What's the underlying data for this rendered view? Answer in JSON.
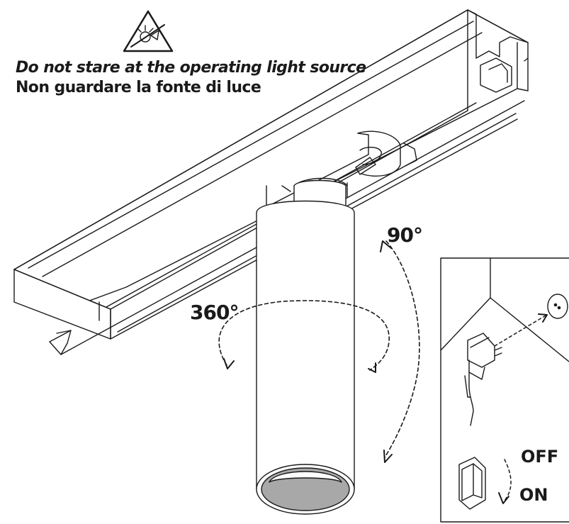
{
  "warning": {
    "english": "Do not stare at the operating light source",
    "italian": "Non guardare la fonte di luce",
    "icon": "no-stare-light-icon"
  },
  "rotation": {
    "horizontal": "360°",
    "vertical": "90°"
  },
  "switch": {
    "off": "OFF",
    "on": "ON"
  },
  "icons": [
    "no-stare-light-icon",
    "plug-icon",
    "rocker-switch-icon",
    "socket-icon"
  ],
  "colors": {
    "line": "#1a1a1a",
    "reflector": "#a8a8a8"
  }
}
